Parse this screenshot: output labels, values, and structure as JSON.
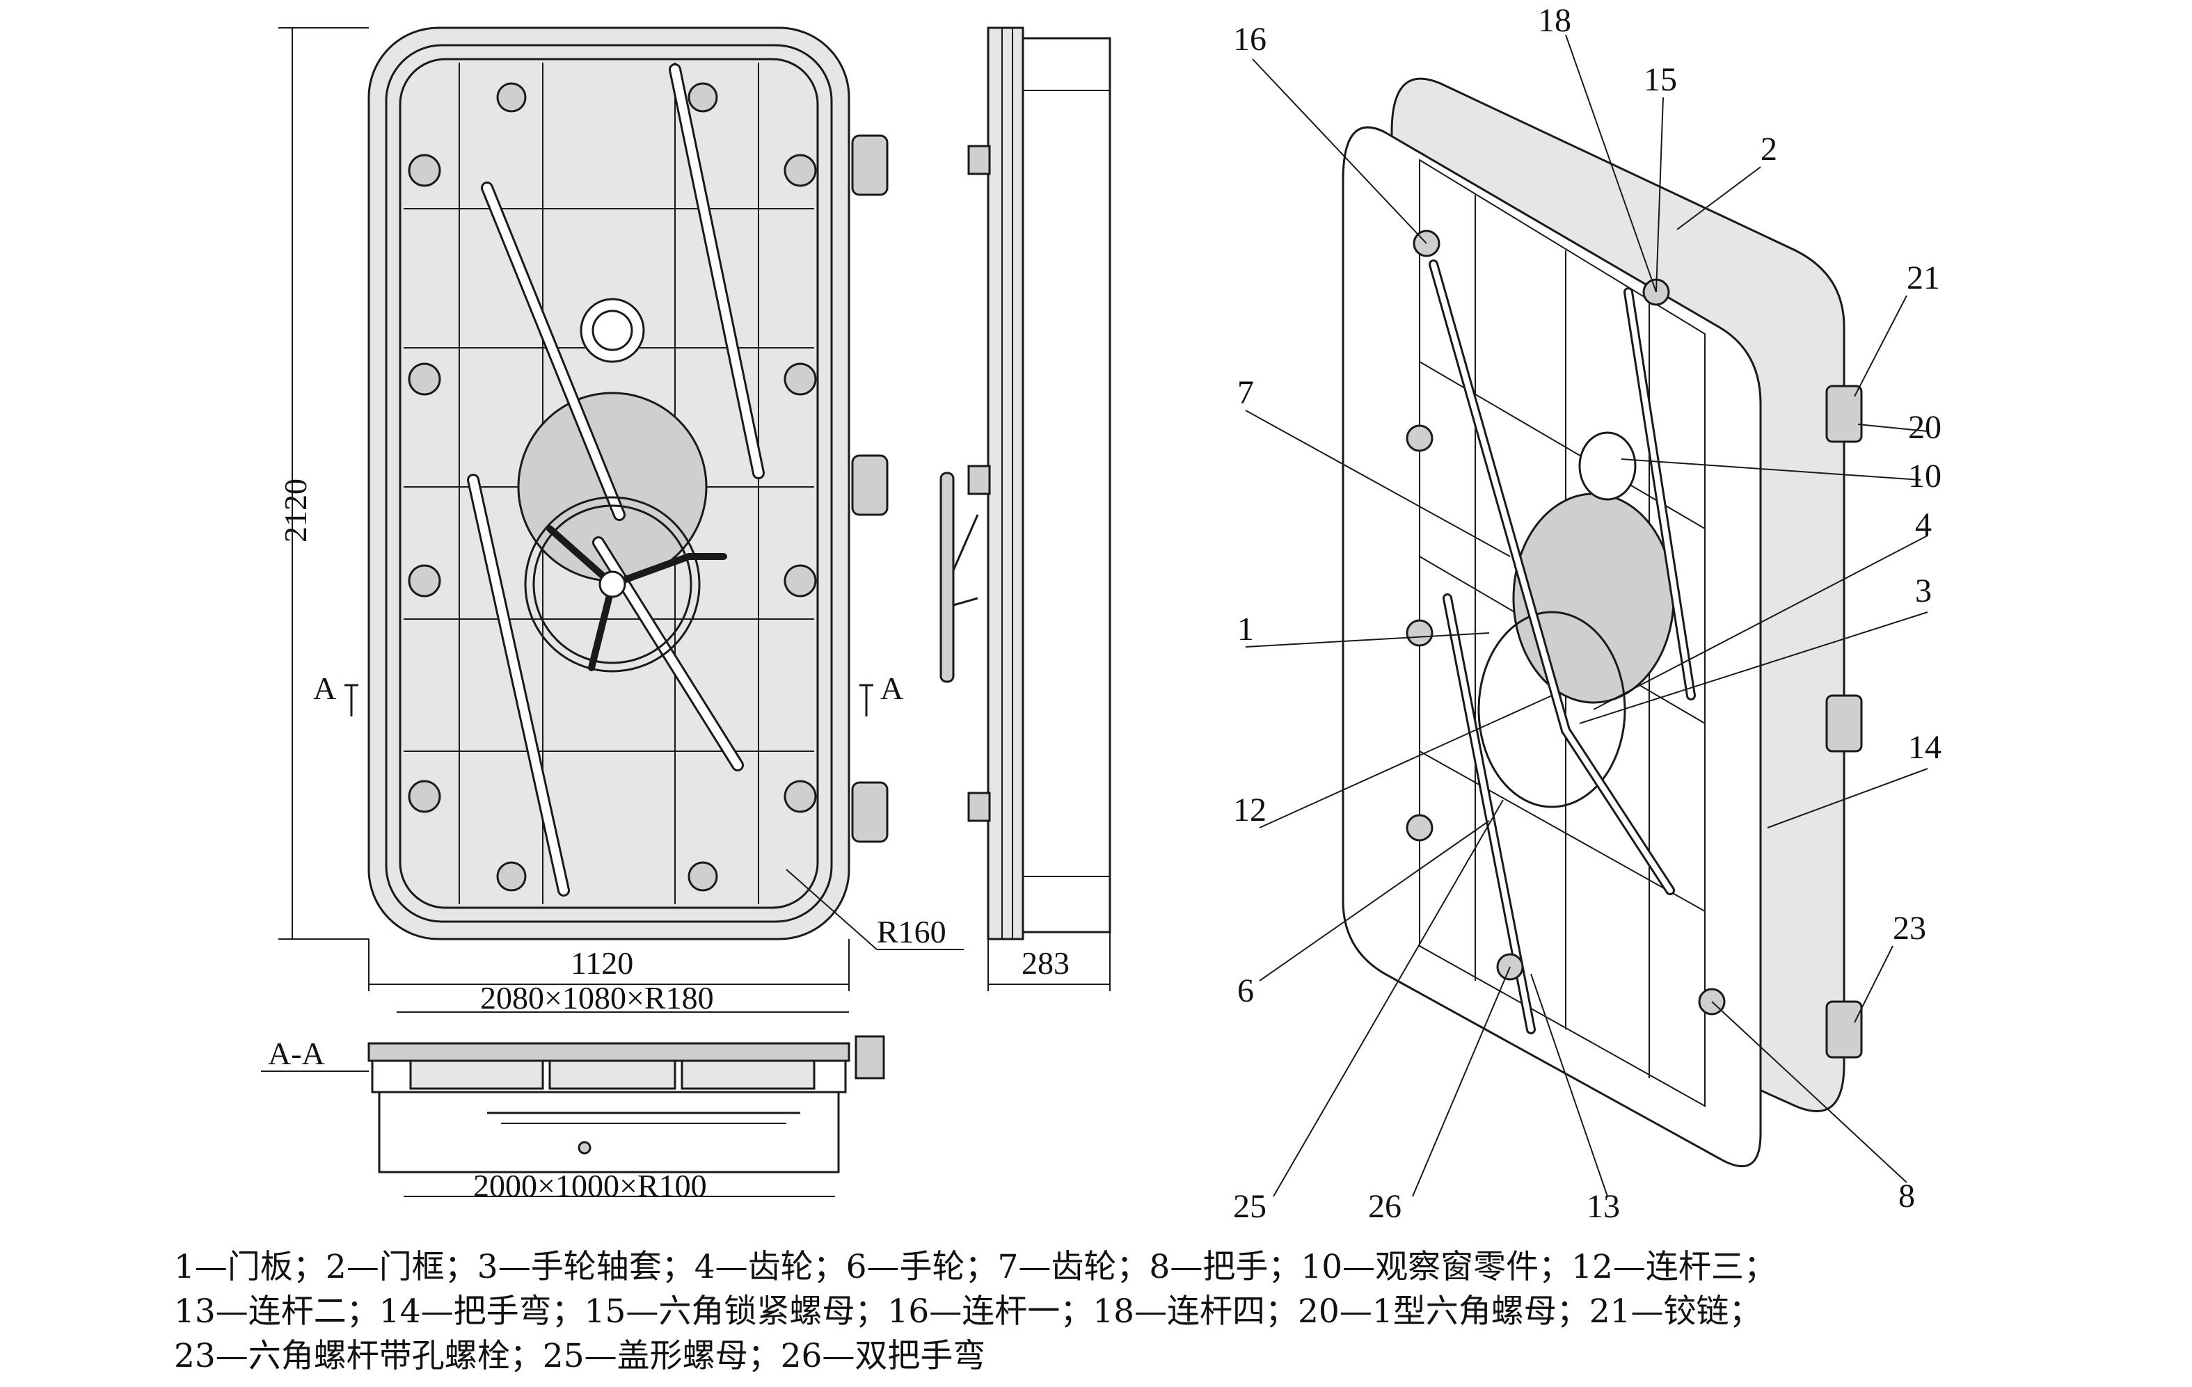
{
  "front_view": {
    "height_dim": "2120",
    "width_dim": "1120",
    "corner_radius": "R160",
    "section_mark": "A"
  },
  "side_view": {
    "depth_dim": "283"
  },
  "section_view": {
    "label": "A-A",
    "top_dim": "2080×1080×R180",
    "bottom_dim": "2000×1000×R100"
  },
  "iso_view": {
    "callouts": [
      "16",
      "18",
      "15",
      "2",
      "21",
      "20",
      "10",
      "7",
      "4",
      "3",
      "1",
      "14",
      "12",
      "6",
      "23",
      "25",
      "26",
      "13",
      "8"
    ]
  },
  "legend": {
    "line1": "1—门板；2—门框；3—手轮轴套；4—齿轮；6—手轮；7—齿轮；8—把手；10—观察窗零件；12—连杆三；",
    "line2": "13—连杆二；14—把手弯；15—六角锁紧螺母；16—连杆一；18—连杆四；20—1型六角螺母；21—铰链；",
    "line3": "23—六角螺杆带孔螺栓；25—盖形螺母；26—双把手弯"
  }
}
